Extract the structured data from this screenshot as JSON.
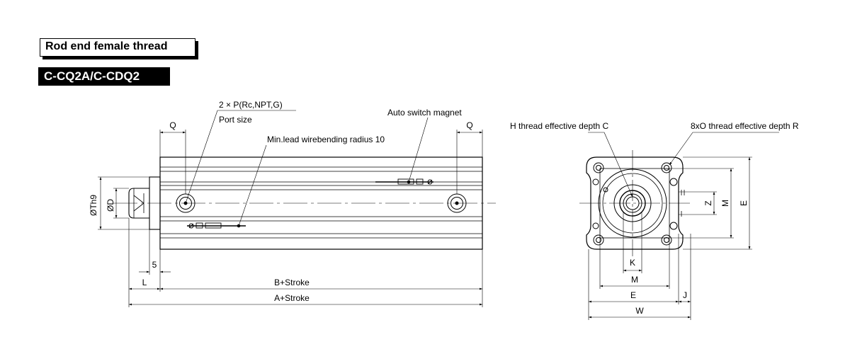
{
  "header": {
    "title": "Rod end female thread",
    "model": "C-CQ2A/C-CDQ2"
  },
  "side_view": {
    "port_callout": "2 × P(Rc,NPT,G)",
    "port_size": "Port size",
    "auto_switch": "Auto switch magnet",
    "wire_bending": "Min.lead wirebending radius 10",
    "dim_q_left": "Q",
    "dim_q_right": "Q",
    "dim_th9": "ØTh9",
    "dim_d": "ØD",
    "dim_5": "5",
    "dim_l": "L",
    "dim_b": "B+Stroke",
    "dim_a": "A+Stroke"
  },
  "end_view": {
    "h_thread": "H thread effective depth C",
    "o_thread": "8xO thread effective depth R",
    "dim_z": "Z",
    "dim_m_vert": "M",
    "dim_e_vert": "E",
    "dim_k": "K",
    "dim_m_horiz": "M",
    "dim_e_horiz": "E",
    "dim_j": "J",
    "dim_w": "W"
  }
}
